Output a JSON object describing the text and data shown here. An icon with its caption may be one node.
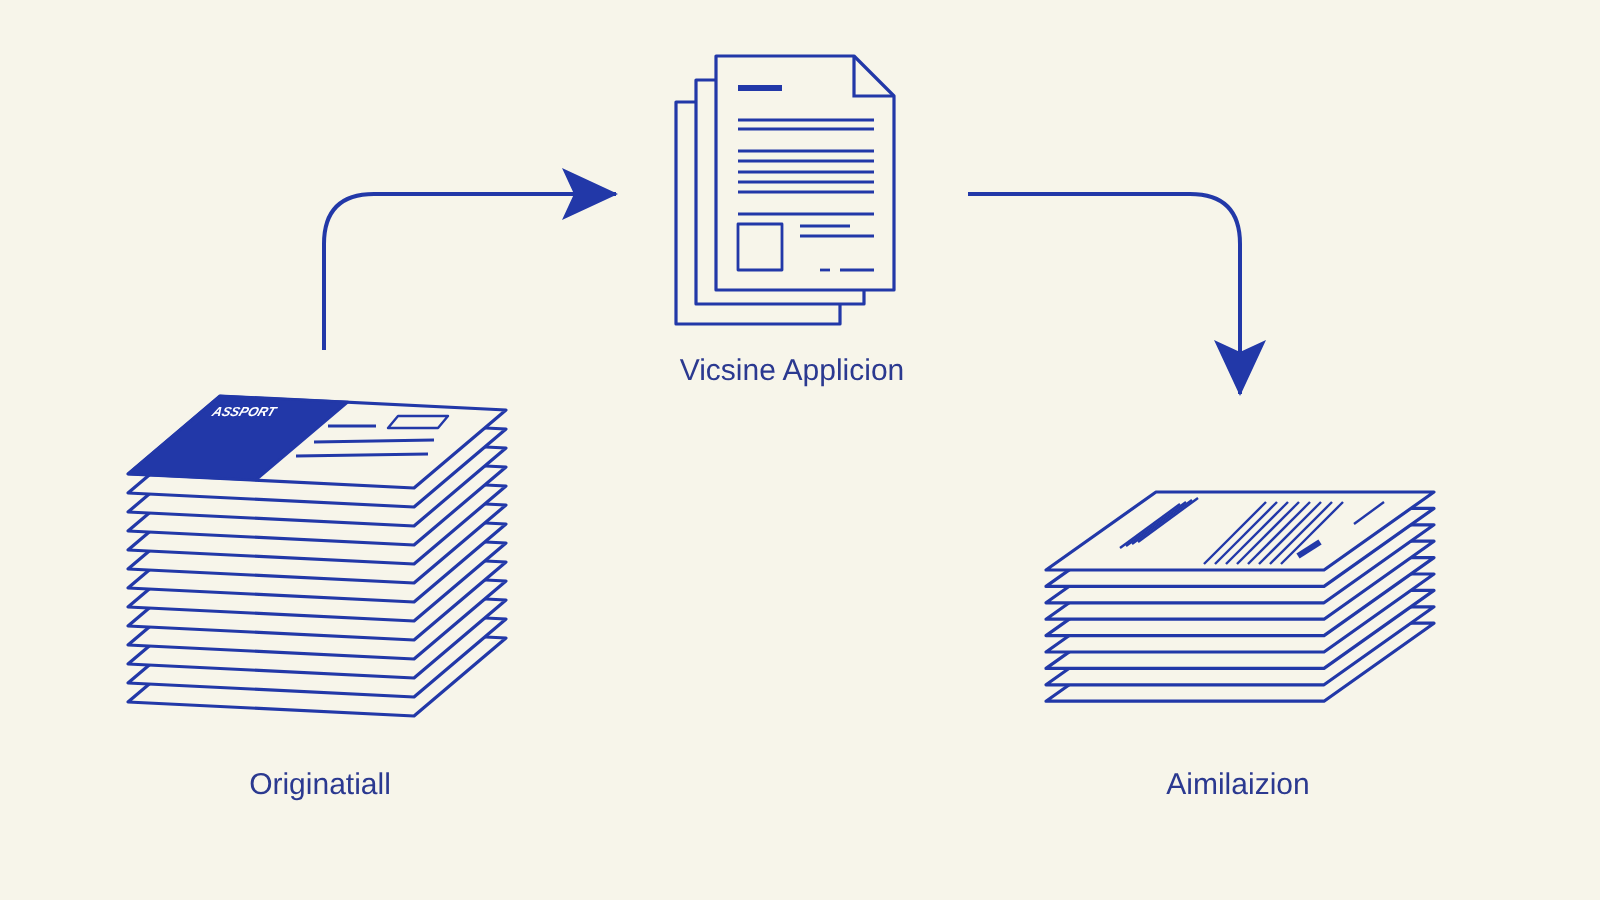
{
  "diagram": {
    "nodes": [
      {
        "text": [
          "Originatiall"
        ]
      },
      {
        "text": [
          "Vicsine Applicion"
        ]
      },
      {
        "text": [
          "Aimilaizion"
        ]
      }
    ],
    "edges": [
      {
        "from": 0,
        "to": 1,
        "arrow": "to"
      },
      {
        "from": 1,
        "to": 2,
        "arrow": "to"
      }
    ],
    "labels": [
      "ASSPORT"
    ]
  }
}
